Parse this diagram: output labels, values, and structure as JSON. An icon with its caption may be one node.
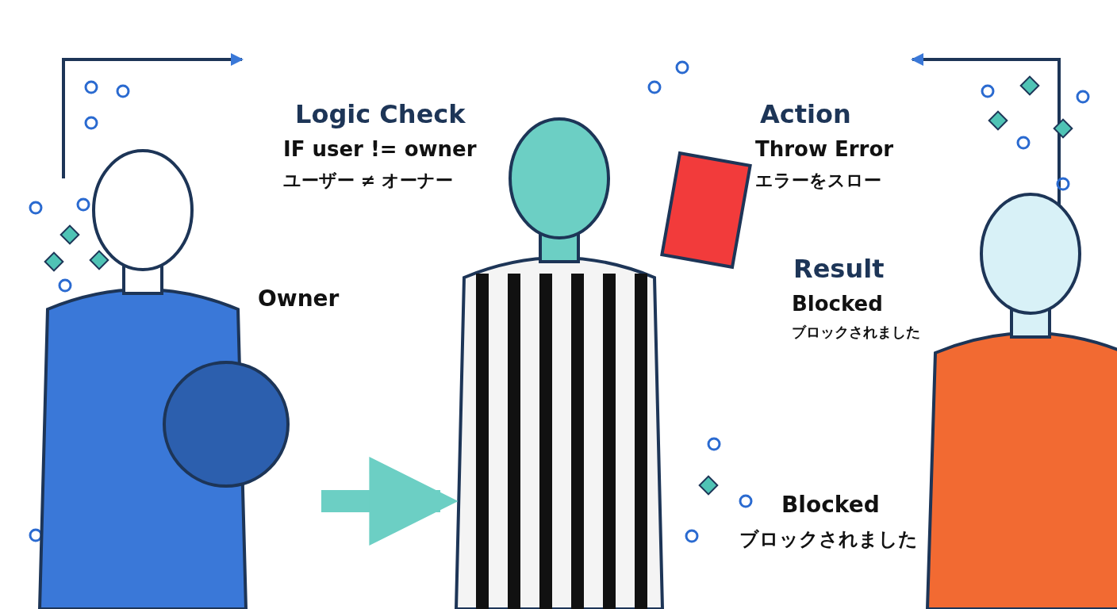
{
  "diagram": {
    "nodes": [
      {
        "text": [],
        "shape": "person",
        "beside": [
          "Owner"
        ]
      },
      {
        "text": [],
        "shape": "person"
      },
      {
        "text": [],
        "shape": "person"
      }
    ],
    "edges": [
      {
        "from": 0,
        "to": 1,
        "arrow": "to"
      }
    ],
    "labels": [
      "Logic Check",
      "IF user != owner",
      "ユーザー ≠ オーナー",
      "Action",
      "Throw Error",
      "エラーをスロー",
      "Result",
      "Blocked",
      "ブロックされました",
      "Blocked",
      "ブロックされました"
    ]
  }
}
